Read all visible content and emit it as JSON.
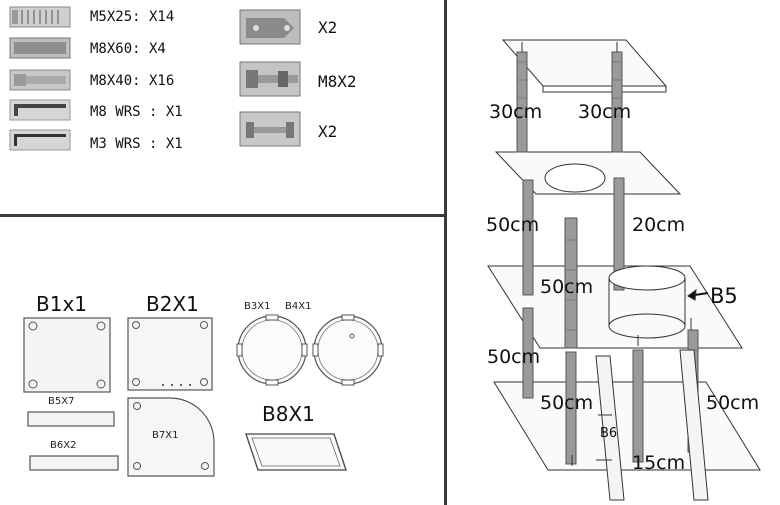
{
  "hardware": [
    {
      "label": "M5X25: X14",
      "icon": "screw-icon"
    },
    {
      "label": "M8X60: X4",
      "icon": "bolt-icon"
    },
    {
      "label": "M8X40: X16",
      "icon": "bolt-icon"
    },
    {
      "label": "M8 WRS : X1",
      "icon": "allen-wrench-icon"
    },
    {
      "label": "M3 WRS : X1",
      "icon": "allen-wrench-icon"
    }
  ],
  "hardware_right": [
    {
      "label": "X2",
      "icon": "bracket-icon"
    },
    {
      "label": "M8X2",
      "icon": "bolt-nut-icon"
    },
    {
      "label": "X2",
      "icon": "barrel-bolt-icon"
    }
  ],
  "parts": {
    "b1": "B1x1",
    "b2": "B2X1",
    "b3": "B3X1",
    "b4": "B4X1",
    "b5": "B5X7",
    "b6": "B6X2",
    "b7": "B7X1",
    "b8": "B8X1"
  },
  "assembly": {
    "m1": "30cm",
    "m2": "30cm",
    "m3": "50cm",
    "m4": "20cm",
    "m5": "50cm",
    "m6": "B5",
    "m7": "50cm",
    "m8": "50cm",
    "m9": "50cm",
    "m10": "B6",
    "m11": "15cm"
  }
}
